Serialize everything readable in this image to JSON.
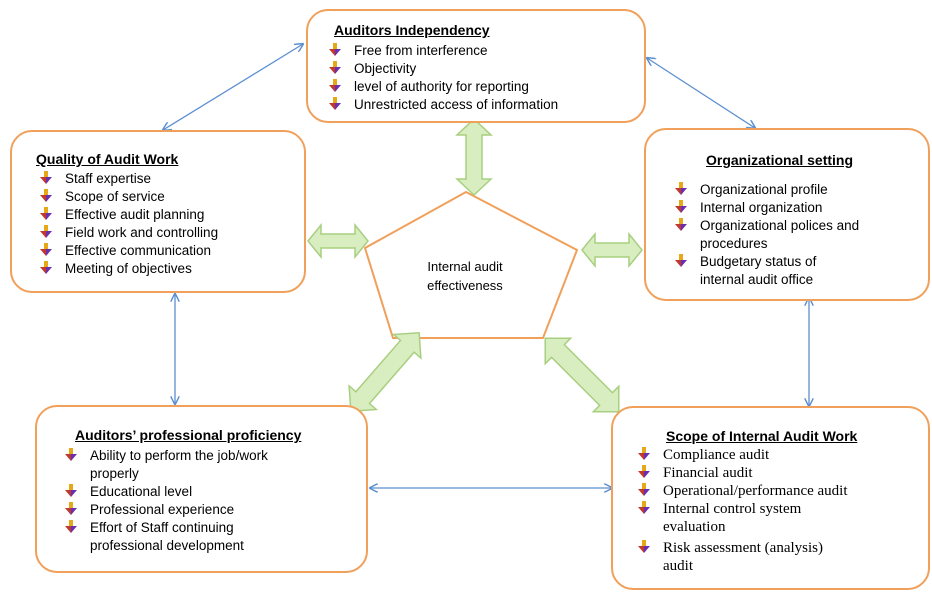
{
  "center": {
    "line1": "Internal audit",
    "line2": "effectiveness"
  },
  "boxes": {
    "independency": {
      "title": "Auditors Independency",
      "items": [
        "Free from interference",
        "Objectivity",
        "level of authority for reporting",
        "Unrestricted access of information"
      ]
    },
    "quality": {
      "title": "Quality of Audit Work",
      "items": [
        "Staff expertise",
        "Scope of service",
        "Effective audit planning",
        "Field work and controlling",
        "Effective communication",
        "Meeting of objectives"
      ]
    },
    "organizational": {
      "title": "Organizational setting",
      "items": [
        [
          "Organizational profile"
        ],
        [
          "Internal organization"
        ],
        [
          "Organizational polices and",
          "procedures"
        ],
        [
          "Budgetary status of",
          "internal audit office"
        ]
      ]
    },
    "proficiency": {
      "title": "Auditors’ professional proficiency",
      "items": [
        [
          "Ability to perform the job/work",
          "properly"
        ],
        [
          "Educational level"
        ],
        [
          "Professional experience"
        ],
        [
          "Effort of Staff continuing",
          "professional development"
        ]
      ]
    },
    "scope": {
      "title": "Scope of Internal Audit Work",
      "items": [
        [
          "Compliance audit"
        ],
        [
          "Financial audit"
        ],
        [
          "Operational/performance audit"
        ],
        [
          "Internal control system",
          "evaluation"
        ],
        [
          "Risk assessment (analysis)",
          "audit"
        ]
      ]
    }
  },
  "colors": {
    "box_border": "#f0a05a",
    "pentagon_border": "#f0a05a",
    "connector": "#5b8fd0",
    "block_arrow_fill": "#d9eec0",
    "block_arrow_stroke": "#a8cf80",
    "bullet_red": "#c0392b",
    "bullet_purple": "#6a2fb0",
    "bullet_gold": "#e6a817"
  }
}
